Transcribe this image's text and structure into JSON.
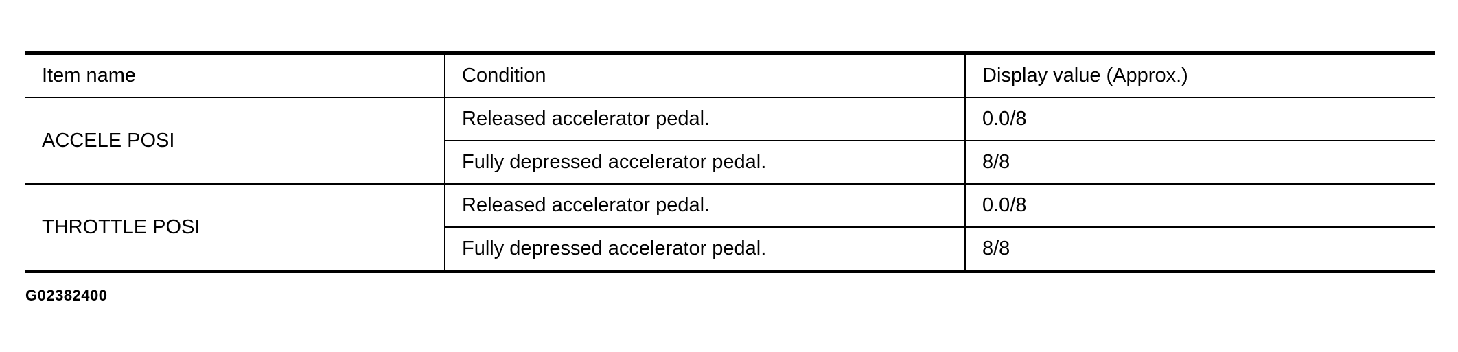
{
  "table": {
    "headers": [
      "Item name",
      "Condition",
      "Display value (Approx.)"
    ],
    "groups": [
      {
        "item": "ACCELE POSI",
        "rows": [
          {
            "condition": "Released accelerator pedal.",
            "value": "0.0/8"
          },
          {
            "condition": "Fully depressed accelerator pedal.",
            "value": "8/8"
          }
        ]
      },
      {
        "item": "THROTTLE POSI",
        "rows": [
          {
            "condition": "Released accelerator pedal.",
            "value": "0.0/8"
          },
          {
            "condition": "Fully depressed accelerator pedal.",
            "value": "8/8"
          }
        ]
      }
    ]
  },
  "figure_id": "G02382400"
}
